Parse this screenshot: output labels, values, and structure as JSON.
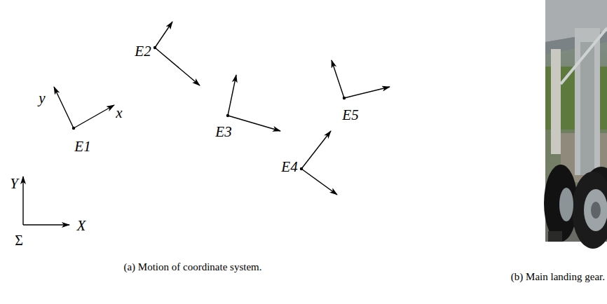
{
  "diagram": {
    "labels": [
      "y",
      "x",
      "E1",
      "E2",
      "E3",
      "E4",
      "E5",
      "Y",
      "X",
      "Σ",
      "(a) Motion of coordinate system.",
      "(b) Main landing gear."
    ]
  }
}
